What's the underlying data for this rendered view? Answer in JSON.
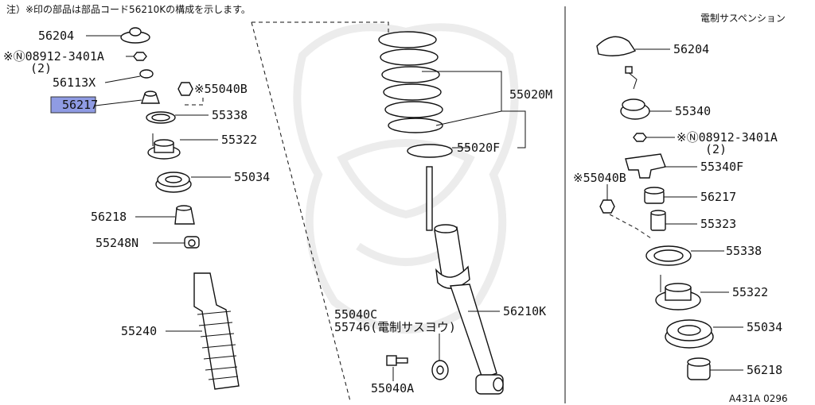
{
  "note_text": "注）※印の部品は部品コード56210Kの構成を示します。",
  "section_title": "電制サスペンション",
  "figure_code": "A431A 0296",
  "highlight_color": "#8f9be3",
  "left_labels": {
    "p56204": "56204",
    "p08912": "※Ⓝ08912-3401A",
    "p08912_qty": "(2)",
    "p56113x": "56113X",
    "p56217": "56217",
    "p55040b": "※55040B",
    "p55338": "55338",
    "p55322": "55322",
    "p55034": "55034",
    "p56218": "56218",
    "p55248n": "55248N",
    "p55240": "55240"
  },
  "center_labels": {
    "p55020m": "55020M",
    "p55020f": "55020F",
    "p55040c": "55040C",
    "p55746": "55746(電制サスヨウ)",
    "p56210k": "56210K",
    "p55040a": "55040A"
  },
  "right_labels": {
    "p56204": "56204",
    "p55340": "55340",
    "p08912": "※Ⓝ08912-3401A",
    "p08912_qty": "(2)",
    "p55340f": "55340F",
    "p55040b": "※55040B",
    "p56217": "56217",
    "p55323": "55323",
    "p55338": "55338",
    "p55322": "55322",
    "p55034": "55034",
    "p56218": "56218"
  }
}
